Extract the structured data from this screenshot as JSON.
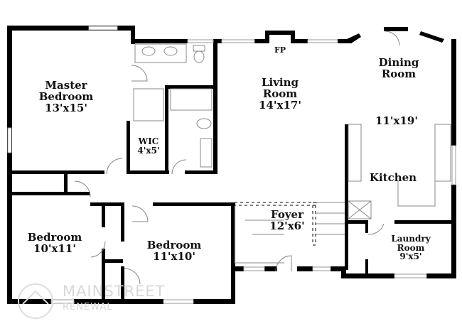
{
  "rooms": {
    "master": {
      "name": "Master\nBedroom",
      "line1": "Master",
      "line2": "Bedroom",
      "size": "13'x15'"
    },
    "wic": {
      "name": "WIC",
      "size": "4'x5'"
    },
    "living": {
      "line1": "Living",
      "line2": "Room",
      "size": "14'x17'"
    },
    "fp": {
      "name": "FP"
    },
    "dining": {
      "line1": "Dining",
      "line2": "Room"
    },
    "kitchen": {
      "name": "Kitchen",
      "size": "11'x19'"
    },
    "foyer": {
      "name": "Foyer",
      "size": "12'x6'"
    },
    "laundry": {
      "line1": "Laundry",
      "line2": "Room",
      "size": "9'x5'"
    },
    "bedroom_left": {
      "name": "Bedroom",
      "size": "10'x11'"
    },
    "bedroom_mid": {
      "name": "Bedroom",
      "size": "11'x10'"
    }
  },
  "watermark": {
    "line1": "MAINSTREET",
    "line2": "RENEWAL"
  },
  "colors": {
    "wall": "#000000",
    "fixture": "#888888",
    "watermark": "#d8d8d8"
  }
}
